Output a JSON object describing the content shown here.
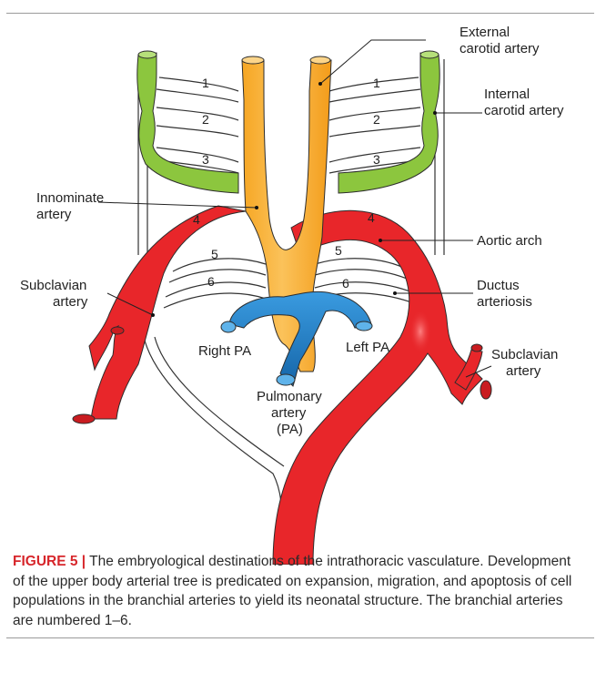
{
  "labels": {
    "external_carotid": [
      "External",
      "carotid artery"
    ],
    "internal_carotid": [
      "Internal",
      "carotid artery"
    ],
    "innominate": [
      "Innominate",
      "artery"
    ],
    "aortic_arch": "Aortic arch",
    "ductus": [
      "Ductus",
      "arteriosis"
    ],
    "subclavian_left": [
      "Subclavian",
      "artery"
    ],
    "subclavian_right": [
      "Subclavian",
      "artery"
    ],
    "right_pa": "Right PA",
    "left_pa": "Left PA",
    "pulmonary": [
      "Pulmonary",
      "artery",
      "(PA)"
    ]
  },
  "arch_numbers": {
    "left": [
      "1",
      "2",
      "3",
      "4",
      "5",
      "6"
    ],
    "right": [
      "1",
      "2",
      "3",
      "4",
      "5",
      "6"
    ]
  },
  "caption": {
    "label": "FIGURE 5 |",
    "text": " The embryological destinations of the intrathoracic vasculature. Development of the upper body arterial tree is predicated on expansion, migration, and apoptosis of cell populations in the branchial arteries to yield its neonatal structure. The branchial arteries are numbered 1–6."
  },
  "colors": {
    "green": "#8cc63e",
    "orange": "#f9b13c",
    "red": "#e8262a",
    "blue": "#1f7fc4",
    "accent": "#d7262b"
  }
}
